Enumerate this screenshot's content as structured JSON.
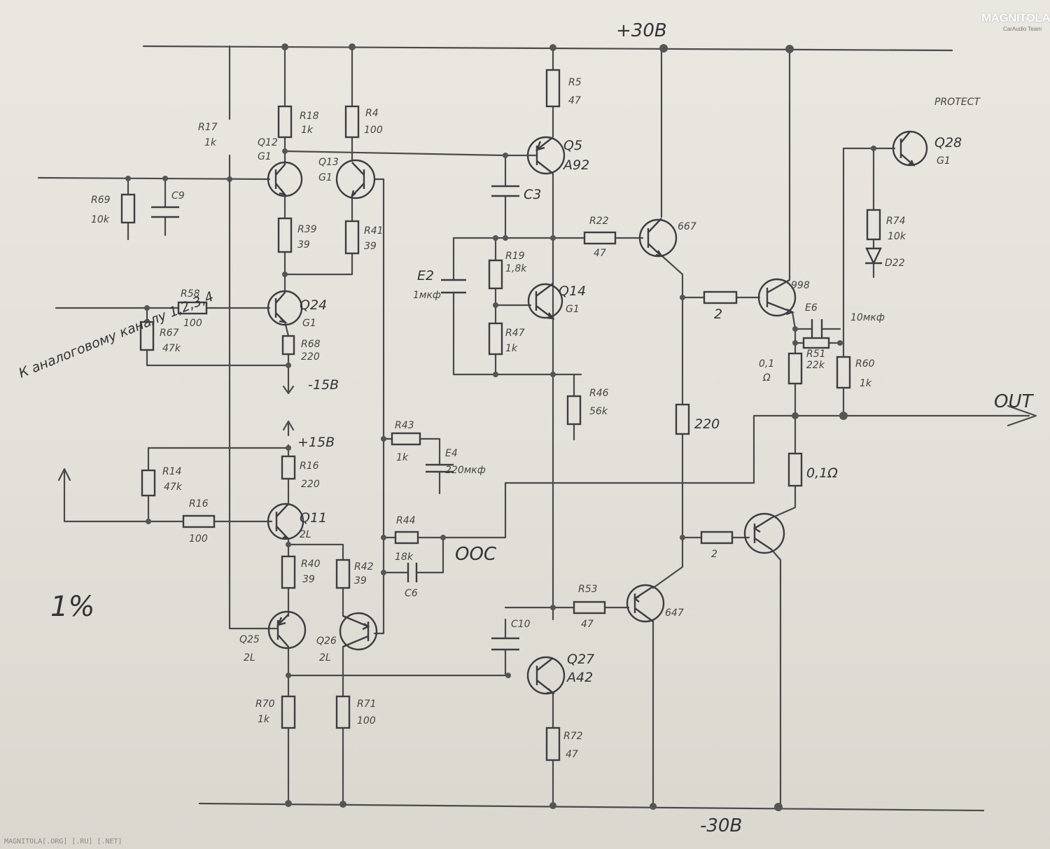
{
  "supply": {
    "pos30": "+30В",
    "neg30": "-30В",
    "neg15": "-15В",
    "pos15": "+15В"
  },
  "labels": {
    "out": "OUT",
    "protect": "PROTECT",
    "ooc": "OOC",
    "side_note": "К аналоговому каналу 1,2,3,4",
    "corner_mark": "1%"
  },
  "components": {
    "R69": "R69",
    "R69_val": "10k",
    "C9": "C9",
    "R17": "R17",
    "R17_val": "1k",
    "R18": "R18",
    "R18_val": "1k",
    "R4": "R4",
    "R4_val": "100",
    "Q12": "Q12",
    "Q12_t": "G1",
    "Q13": "Q13",
    "Q13_t": "G1",
    "R39": "R39",
    "R39_val": "39",
    "R41": "R41",
    "R41_val": "39",
    "Q24": "Q24",
    "Q24_t": "G1",
    "R58": "R58",
    "R58_val": "100",
    "R67": "R67",
    "R67_val": "47k",
    "R68": "R68",
    "R68_val": "220",
    "R5": "R5",
    "R5_val": "47",
    "Q5": "Q5",
    "Q5_t": "A92",
    "C3": "C3",
    "R22": "R22",
    "R22_val": "47",
    "Q667": "667",
    "E2": "E2",
    "E2_val": "1мкф",
    "R19": "R19",
    "R19_val": "1,8k",
    "Q14": "Q14",
    "Q14_t": "G1",
    "R47": "R47",
    "R47_val": "1k",
    "R46": "R46",
    "R46_val": "56k",
    "R_base2a": "2",
    "Q998": "998",
    "E6": "E6",
    "E6_val": "10мкф",
    "R_mid": "R51",
    "R_mid_val": "22k",
    "Re1_val": "0,1",
    "Re1_unit": "Ω",
    "R60": "R60",
    "R60_val": "1k",
    "R220": "220",
    "Re2_val": "0,1Ω",
    "R_base2b": "2",
    "Q28": "Q28",
    "Q28_t": "G1",
    "R74": "R74",
    "R74_val": "10k",
    "D22": "D22",
    "R43": "R43",
    "R43_val": "1k",
    "E4": "E4",
    "E4_val": "220мкф",
    "R14": "R14",
    "R14_val": "47k",
    "R16a": "R16",
    "R16a_val": "220",
    "R16b": "R16",
    "R16b_val": "100",
    "Q11": "Q11",
    "Q11_t": "2L",
    "R44": "R44",
    "R44_val": "18k",
    "C6": "C6",
    "R40": "R40",
    "R40_val": "39",
    "R42": "R42",
    "R42_val": "39",
    "Q25": "Q25",
    "Q25_t": "2L",
    "Q26": "Q26",
    "Q26_t": "2L",
    "C10": "C10",
    "R53": "R53",
    "R53_val": "47",
    "Q647": "647",
    "Q27": "Q27",
    "Q27_t": "A42",
    "R70": "R70",
    "R70_val": "1k",
    "R71": "R71",
    "R71_val": "100",
    "R72": "R72",
    "R72_val": "47"
  },
  "logo": {
    "main": "MAGNITOLA",
    "sub": "CarAudio Team"
  },
  "footer": "MAGNITOLA[.ORG] [.RU] [.NET]"
}
